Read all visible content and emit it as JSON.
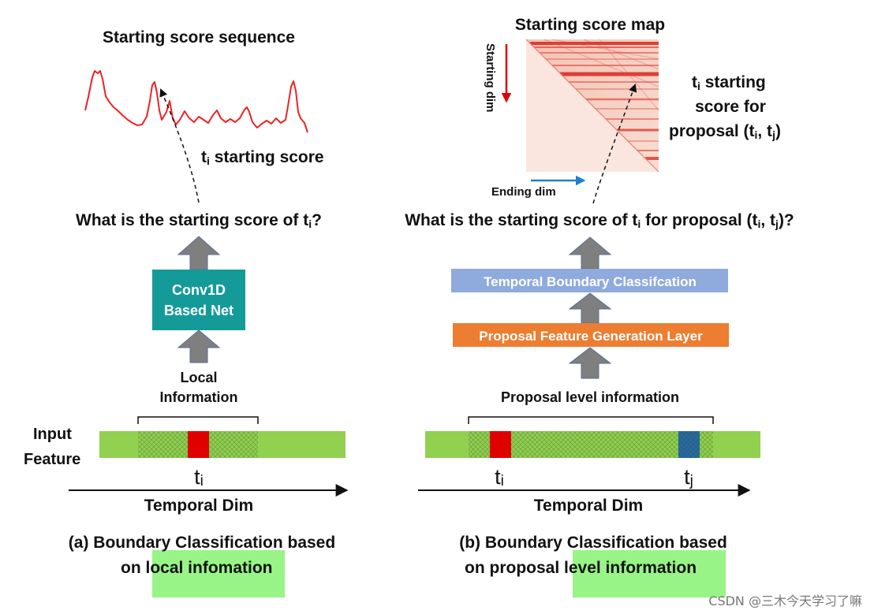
{
  "colors": {
    "conv_box": "#159a9a",
    "tbc_box": "#8faadc",
    "pfgl_box": "#ed7d31",
    "feature_bar": "#92d050",
    "highlight_red": "#e00000",
    "highlight_blue": "#1f5fae",
    "up_arrow": "#7f7f7f",
    "sequence_line": "#ee2222",
    "text_highlight": "#98f486",
    "starting_dim_arrow": "#e00000",
    "ending_dim_arrow": "#1f7fd0"
  },
  "left": {
    "sequence_title": "Starting score sequence",
    "score_label_sub": "i",
    "score_label_rest": " starting score",
    "question_main": "What is the starting score of t",
    "question_sub": "i",
    "question_end": "?",
    "box_line1": "Conv1D",
    "box_line2": "Based Net",
    "local_line1": "Local",
    "local_line2": "Information",
    "input_line1": "Input",
    "input_line2": "Feature",
    "ti_main": "t",
    "ti_sub": "i",
    "axis_label": "Temporal Dim",
    "caption_line1": "(a) Boundary Classification based",
    "caption_line2_pre": "on l",
    "caption_line2_hl": "ocal infomation"
  },
  "right": {
    "map_title": "Starting score map",
    "starting_dim": "Starting dim",
    "ending_dim": "Ending dim",
    "ann_line1_sub": "i",
    "ann_line1_rest": " starting",
    "ann_line2": "score for",
    "ann_line3_pre": "proposal (t",
    "ann_line3_sub1": "i",
    "ann_line3_mid": ", t",
    "ann_line3_sub2": "j",
    "ann_line3_end": ")",
    "question_pre": "What is the starting score of t",
    "question_sub1": "i",
    "question_mid": " for proposal (t",
    "question_sub2": "i",
    "question_mid2": ", t",
    "question_sub3": "j",
    "question_end": ")?",
    "tbc_label": "Temporal Boundary Classifcation",
    "pfgl_label": "Proposal Feature Generation Layer",
    "proposal_info": "Proposal level information",
    "ti_main": "t",
    "ti_sub": "i",
    "tj_main": "t",
    "tj_sub": "j",
    "axis_label": "Temporal Dim",
    "caption_line1": "(b) Boundary Classification based",
    "caption_line2_pre": "on proposal ",
    "caption_line2_hl": "level information"
  },
  "watermark": "CSDN @三木今天学习了嘛"
}
